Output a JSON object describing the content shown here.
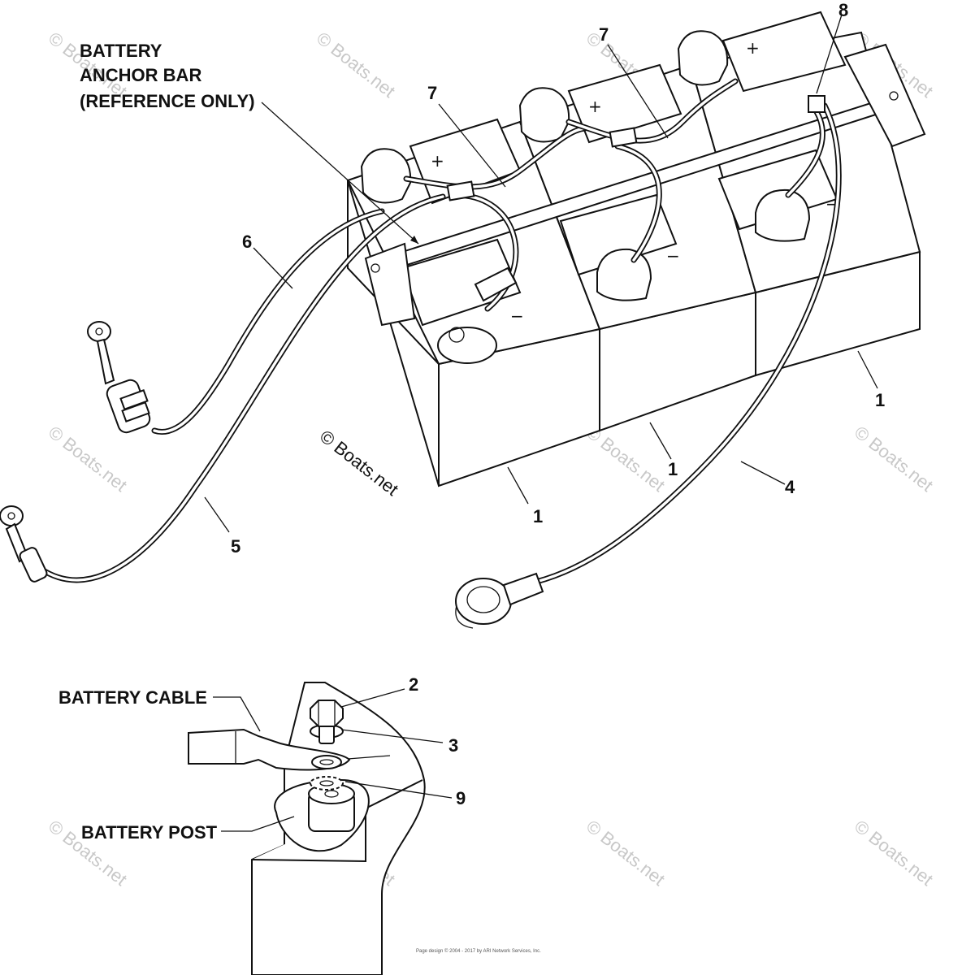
{
  "labels": {
    "anchor_bar_line1": "BATTERY",
    "anchor_bar_line2": "ANCHOR BAR",
    "anchor_bar_line3": "(REFERENCE ONLY)",
    "battery_cable": "BATTERY CABLE",
    "battery_post": "BATTERY POST"
  },
  "callouts": {
    "c7a": "7",
    "c7b": "7",
    "c8": "8",
    "c6": "6",
    "c5": "5",
    "c4": "4",
    "c1a": "1",
    "c1b": "1",
    "c1c": "1",
    "c2": "2",
    "c3": "3",
    "c9": "9"
  },
  "terminal_signs": {
    "plus": "+",
    "minus": "−"
  },
  "watermark": {
    "text": "© Boats.net"
  },
  "footer": {
    "line1": "Page design © 2004 - 2017 by ARI Network Services, Inc."
  }
}
